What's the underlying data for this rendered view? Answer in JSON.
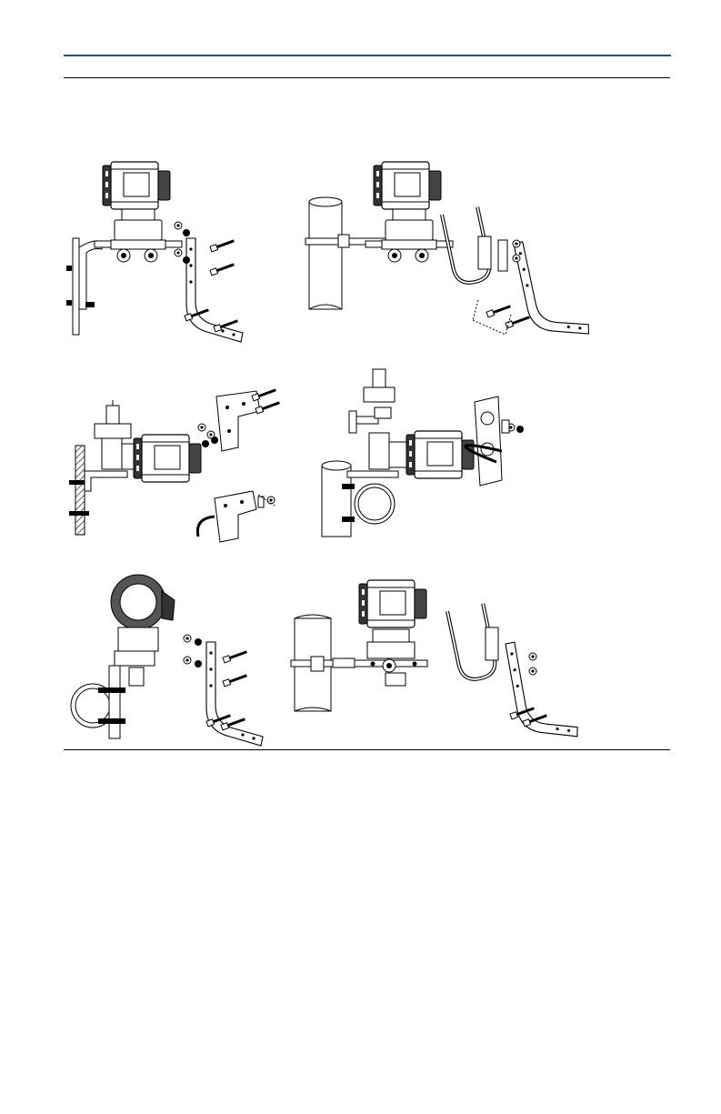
{
  "colors": {
    "header_rule": "#1f4e9b",
    "line_art": "#000000",
    "shade": "#555555",
    "background": "#ffffff"
  },
  "figure": {
    "panels": [
      {
        "name": "flange-panel-mount",
        "icons": [
          "transmitter-icon",
          "panel-icon",
          "flat-bracket-icon",
          "bolt-icon"
        ]
      },
      {
        "name": "flange-pipe-mount",
        "icons": [
          "transmitter-icon",
          "pipe-icon",
          "u-bolt-icon",
          "flat-bracket-icon",
          "bolt-icon"
        ]
      },
      {
        "name": "coplanar-panel-mount",
        "icons": [
          "transmitter-icon",
          "panel-icon",
          "angle-bracket-icon",
          "bolt-icon"
        ]
      },
      {
        "name": "coplanar-pipe-mount",
        "icons": [
          "transmitter-icon",
          "pipe-icon",
          "angle-bracket-icon",
          "u-bolt-icon"
        ]
      },
      {
        "name": "inline-pipe-mount",
        "icons": [
          "transmitter-icon",
          "pipe-icon",
          "flat-bracket-icon",
          "bolt-icon"
        ]
      },
      {
        "name": "flange-pipe-mount-horizontal",
        "icons": [
          "transmitter-icon",
          "pipe-icon",
          "u-bolt-icon",
          "flat-bracket-icon",
          "bolt-icon"
        ]
      }
    ]
  }
}
